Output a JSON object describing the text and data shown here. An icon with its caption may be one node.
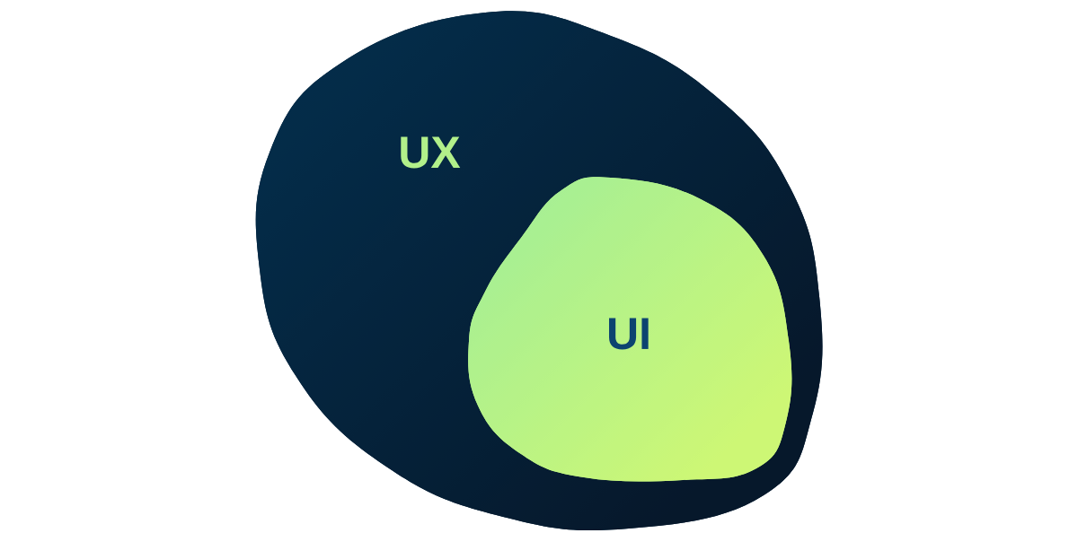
{
  "diagram": {
    "nodes": [
      {
        "text": [
          "UX"
        ]
      },
      {
        "text": [
          "UI"
        ],
        "in": 0
      }
    ]
  }
}
